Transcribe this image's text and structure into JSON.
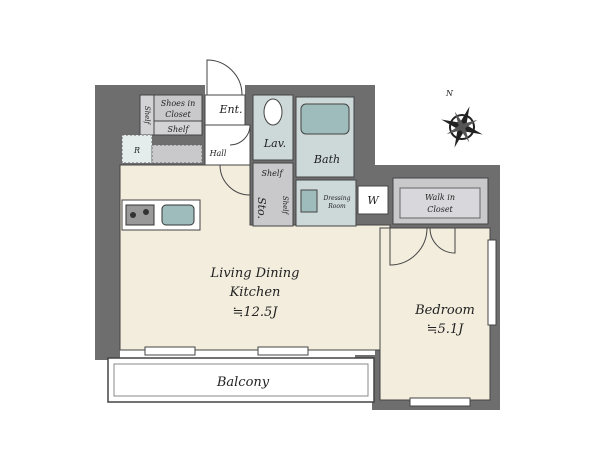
{
  "rooms": {
    "ldk_line1": "Living Dining",
    "ldk_line2": "Kitchen",
    "ldk_size": "≒12.5J",
    "bedroom": "Bedroom",
    "bedroom_size": "≒5.1J",
    "balcony": "Balcony",
    "entrance": "Ent.",
    "hall": "Hall",
    "lavatory": "Lav.",
    "bath": "Bath",
    "dressing_line1": "Dressing",
    "dressing_line2": "Room",
    "washer": "W",
    "storage": "Sto.",
    "shelf": "Shelf",
    "shoes_line1": "Shoes in",
    "shoes_line2": "Closet",
    "refrigerator": "R",
    "walkin_line1": "Walk in",
    "walkin_line2": "Closet"
  },
  "compass": {
    "north_label": "N"
  },
  "colors": {
    "wall": "#6e6e6e",
    "floor": "#f2eddd",
    "wet": "#cdd8d8",
    "storage": "#c9c9cc"
  }
}
